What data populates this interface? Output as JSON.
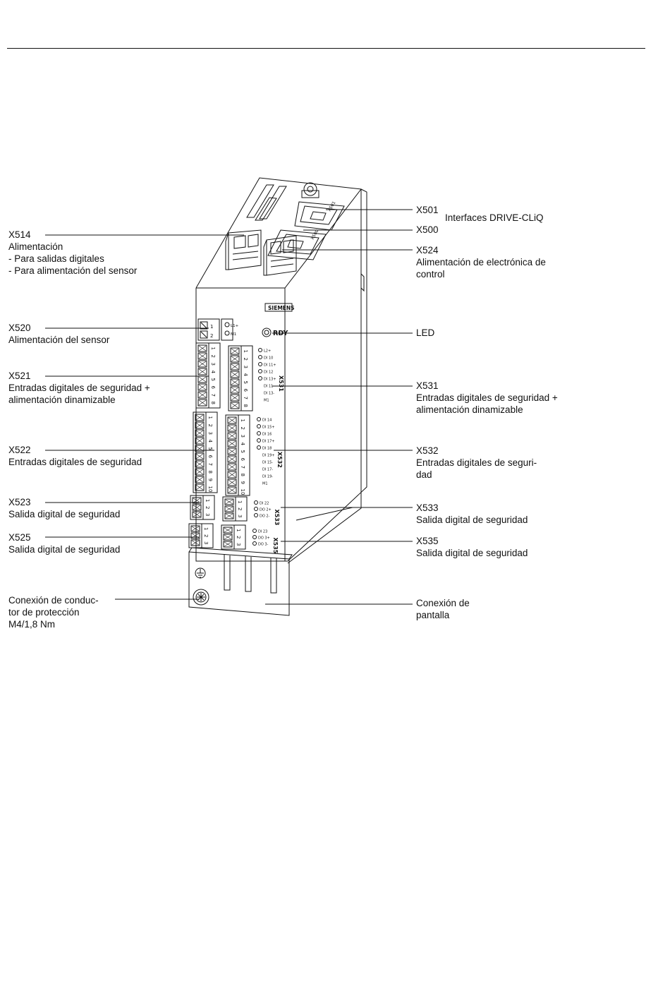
{
  "labels": {
    "x514": {
      "code": "X514",
      "lines": [
        "Alimentación",
        "- Para salidas digitales",
        "- Para alimentación del sensor"
      ]
    },
    "x520": {
      "code": "X520",
      "lines": [
        "Alimentación del sensor"
      ]
    },
    "x521": {
      "code": "X521",
      "lines": [
        "Entradas digitales de seguridad +",
        "alimentación dinamizable"
      ]
    },
    "x522": {
      "code": "X522",
      "lines": [
        "Entradas digitales de seguridad"
      ]
    },
    "x523": {
      "code": "X523",
      "lines": [
        "Salida digital de seguridad"
      ]
    },
    "x525": {
      "code": "X525",
      "lines": [
        "Salida digital de seguridad"
      ]
    },
    "pe": {
      "lines": [
        "Conexión de conduc-",
        "tor de protección",
        "M4/1,8 Nm"
      ]
    },
    "x501": {
      "code": "X501"
    },
    "drivecliq": {
      "text": "Interfaces DRIVE-CLiQ"
    },
    "x500": {
      "code": "X500"
    },
    "x524": {
      "code": "X524",
      "lines": [
        "Alimentación de electrónica de",
        "control"
      ]
    },
    "led": {
      "text": "LED"
    },
    "x531": {
      "code": "X531",
      "lines": [
        "Entradas digitales de seguridad +",
        "alimentación dinamizable"
      ]
    },
    "x532": {
      "code": "X532",
      "lines": [
        "Entradas digitales de seguri-",
        "dad"
      ]
    },
    "x533": {
      "code": "X533",
      "lines": [
        "Salida digital de seguridad"
      ]
    },
    "x535": {
      "code": "X535",
      "lines": [
        "Salida digital de seguridad"
      ]
    },
    "shield": {
      "lines": [
        "Conexión de",
        "pantalla"
      ]
    }
  },
  "device": {
    "brand": "SIEMENS",
    "led_label": "RDY",
    "port_x500": "X500",
    "port_x501": "X501",
    "conn_x531": "X531",
    "conn_x532": "X532",
    "conn_x533": "X533",
    "conn_x535": "X535",
    "x514_pins": [
      "L1+",
      "M1"
    ],
    "x520_pins": [
      "1",
      "2"
    ],
    "x521_pins": [
      "1",
      "2",
      "3",
      "4",
      "5",
      "6",
      "7",
      "8"
    ],
    "x531_pins": [
      "1",
      "2",
      "3",
      "4",
      "5",
      "6",
      "7",
      "8"
    ],
    "x531_marks": [
      "L2+",
      "DI 10",
      "DI 11+",
      "DI 12",
      "DI 13+",
      "DI 11-",
      "DI 13-",
      "M1"
    ],
    "x522_pins": [
      "1",
      "2",
      "3",
      "4",
      "5",
      "6",
      "7",
      "8",
      "9",
      "10"
    ],
    "x532_pins": [
      "1",
      "2",
      "3",
      "4",
      "5",
      "6",
      "7",
      "8",
      "9",
      "10"
    ],
    "x532_marks": [
      "DI 14",
      "DI 15+",
      "DI 16",
      "DI 17+",
      "DI 18",
      "DI 19+",
      "DI 15-",
      "DI 17-",
      "DI 19-",
      "M1"
    ],
    "x523_pins": [
      "1",
      "2",
      "3"
    ],
    "x533_pins": [
      "1",
      "2",
      "3"
    ],
    "x533_marks": [
      "DI 22",
      "DO 2+",
      "DO 2-"
    ],
    "x525_pins": [
      "1",
      "2",
      "3"
    ],
    "x535_pins": [
      "1",
      "2",
      "3"
    ],
    "x535_marks": [
      "DI 23",
      "DO 3+",
      "DO 3-"
    ]
  }
}
